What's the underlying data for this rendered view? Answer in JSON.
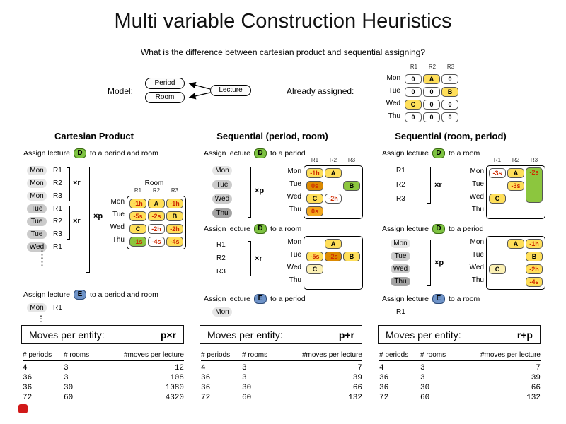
{
  "slide": {
    "title": "Multi variable Construction Heuristics",
    "subtitle": "What is the difference between cartesian product and sequential assigning?",
    "logo_color": "#d11919"
  },
  "colors": {
    "lecture_green": "#7ec342",
    "lecture_blue": "#6e93c8",
    "card_yellow": "#ffdf5a",
    "card_pale_yellow": "#fcf1b4",
    "card_green": "#8cc63e",
    "card_orange": "#f4a81d",
    "card_orange_dark": "#dd8a00",
    "score_text_red": "#ce2a00"
  },
  "model": {
    "label": "Model:",
    "period": "Period",
    "room": "Room",
    "lecture": "Lecture"
  },
  "assigned": {
    "label": "Already assigned:",
    "grid": {
      "columns": [
        "R1",
        "R2",
        "R3"
      ],
      "rows": [
        "Mon",
        "Tue",
        "Wed",
        "Thu"
      ],
      "box": false,
      "cells": [
        [
          {
            "t": "0",
            "s": "white"
          },
          {
            "t": "A",
            "s": "yellow"
          },
          {
            "t": "0",
            "s": "white"
          }
        ],
        [
          {
            "t": "0",
            "s": "white"
          },
          {
            "t": "0",
            "s": "white"
          },
          {
            "t": "B",
            "s": "yellow"
          }
        ],
        [
          {
            "t": "C",
            "s": "yellow"
          },
          {
            "t": "0",
            "s": "white"
          },
          {
            "t": "0",
            "s": "white"
          }
        ],
        [
          {
            "t": "0",
            "s": "white"
          },
          {
            "t": "0",
            "s": "white"
          },
          {
            "t": "0",
            "s": "white"
          }
        ]
      ]
    }
  },
  "cartesian": {
    "heading": "Cartesian Product",
    "step1": {
      "pre": "Assign lecture",
      "lecture": "D",
      "variant": "green",
      "post": "to a period and room"
    },
    "moves1": {
      "items": [
        {
          "day": "Mon",
          "shade": "light",
          "room": "R1"
        },
        {
          "day": "Mon",
          "shade": "light",
          "room": "R2"
        },
        {
          "day": "Mon",
          "shade": "light",
          "room": "R3"
        },
        {
          "day": "Tue",
          "shade": "mid",
          "room": "R1"
        },
        {
          "day": "Tue",
          "shade": "mid",
          "room": "R2"
        },
        {
          "day": "Tue",
          "shade": "mid",
          "room": "R3"
        },
        {
          "day": "Wed",
          "shade": "mid",
          "room": "R1"
        }
      ]
    },
    "dots": "⋮",
    "mult_room": "×r",
    "mult_period": "×p",
    "grid": {
      "title": "Room",
      "columns": [
        "R1",
        "R2",
        "R3"
      ],
      "rows": [
        "Mon",
        "Tue",
        "Wed",
        "Thu"
      ],
      "box": true,
      "cells": [
        [
          {
            "t": "-1h",
            "s": "yellow"
          },
          {
            "t": "A",
            "s": "yellow"
          },
          {
            "t": "-1h",
            "s": "yellow"
          }
        ],
        [
          {
            "t": "-5s",
            "s": "yellow"
          },
          {
            "t": "-2s",
            "s": "yellow"
          },
          {
            "t": "B",
            "s": "yellow"
          }
        ],
        [
          {
            "t": "C",
            "s": "yellow"
          },
          {
            "t": "-2h",
            "s": "white"
          },
          {
            "t": "-2h",
            "s": "yellow"
          }
        ],
        [
          {
            "t": "-1s",
            "s": "green"
          },
          {
            "t": "-4s",
            "s": "white"
          },
          {
            "t": "-4s",
            "s": "yellow"
          }
        ]
      ]
    },
    "step2": {
      "pre": "Assign lecture",
      "lecture": "E",
      "variant": "blue",
      "post": "to a period and room"
    },
    "moves2": {
      "items": [
        {
          "day": "Mon",
          "shade": "light",
          "room": "R1"
        }
      ]
    },
    "moves_box": {
      "label": "Moves per entity:",
      "formula": "p×r"
    },
    "stats": {
      "headers": [
        "# periods",
        "# rooms",
        "#moves per lecture"
      ],
      "rows": [
        [
          "4",
          "3",
          "12"
        ],
        [
          "36",
          "3",
          "108"
        ],
        [
          "36",
          "30",
          "1080"
        ],
        [
          "72",
          "60",
          "4320"
        ]
      ]
    }
  },
  "seq_pr": {
    "heading": "Sequential (period, room)",
    "step1": {
      "pre": "Assign lecture",
      "lecture": "D",
      "variant": "green",
      "post": "to a period"
    },
    "moves1": {
      "items": [
        {
          "day": "Mon",
          "shade": "light"
        },
        {
          "day": "Tue",
          "shade": "mid"
        },
        {
          "day": "Wed",
          "shade": "mid"
        },
        {
          "day": "Thu",
          "shade": "dark"
        }
      ]
    },
    "mult1": "×p",
    "grid1": {
      "columns": [
        "R1",
        "R2",
        "R3"
      ],
      "rows": [
        "Mon",
        "Tue",
        "Wed",
        "Thu"
      ],
      "box": true,
      "cells": [
        [
          {
            "t": "-1h",
            "s": "yellow"
          },
          {
            "t": "A",
            "s": "yellow"
          },
          null
        ],
        [
          {
            "t": "0s",
            "s": "sel"
          },
          null,
          {
            "t": "B",
            "s": "green"
          }
        ],
        [
          {
            "t": "C",
            "s": "yellow"
          },
          {
            "t": "-2h",
            "s": "white"
          },
          null
        ],
        [
          {
            "t": "0s",
            "s": "orange"
          },
          null,
          null
        ]
      ]
    },
    "step2": {
      "pre": "Assign lecture",
      "lecture": "D",
      "variant": "green",
      "post": "to a room"
    },
    "moves2": {
      "items": [
        {
          "room": "R1"
        },
        {
          "room": "R2"
        },
        {
          "room": "R3"
        }
      ]
    },
    "mult2": "×r",
    "grid2": {
      "rows": [
        "Mon",
        "Tue",
        "Wed",
        "Thu"
      ],
      "box": true,
      "cells": [
        [
          null,
          {
            "t": "A",
            "s": "yellow"
          },
          null
        ],
        [
          {
            "t": "-5s",
            "s": "yellow"
          },
          {
            "t": "-2s",
            "s": "sel"
          },
          {
            "t": "B",
            "s": "yellow"
          }
        ],
        [
          {
            "t": "C",
            "s": "pale"
          },
          null,
          null
        ],
        [
          null,
          null,
          null
        ]
      ]
    },
    "step3": {
      "pre": "Assign lecture",
      "lecture": "E",
      "variant": "blue",
      "post": "to a period"
    },
    "moves3": {
      "items": [
        {
          "day": "Mon",
          "shade": "light"
        }
      ]
    },
    "moves_box": {
      "label": "Moves per entity:",
      "formula": "p+r"
    },
    "stats": {
      "headers": [
        "# periods",
        "# rooms",
        "#moves per lecture"
      ],
      "rows": [
        [
          "4",
          "3",
          "7"
        ],
        [
          "36",
          "3",
          "39"
        ],
        [
          "36",
          "30",
          "66"
        ],
        [
          "72",
          "60",
          "132"
        ]
      ]
    }
  },
  "seq_rp": {
    "heading": "Sequential (room, period)",
    "step1": {
      "pre": "Assign lecture",
      "lecture": "D",
      "variant": "green",
      "post": "to a room"
    },
    "moves1": {
      "items": [
        {
          "room": "R1"
        },
        {
          "room": "R2"
        },
        {
          "room": "R3"
        }
      ]
    },
    "mult1": "×r",
    "grid1": {
      "columns": [
        "R1",
        "R2",
        "R3"
      ],
      "rows": [
        "Mon",
        "Tue",
        "Wed",
        "Thu"
      ],
      "box": true,
      "cells": [
        [
          {
            "t": "-3s",
            "s": "white"
          },
          {
            "t": "A",
            "s": "yellow"
          },
          {
            "t": "-2s",
            "s": "green",
            "span": 3
          }
        ],
        [
          null,
          {
            "t": "-3s",
            "s": "yellow"
          },
          null
        ],
        [
          {
            "t": "C",
            "s": "yellow"
          },
          null,
          null
        ],
        [
          null,
          null,
          null
        ]
      ]
    },
    "step2": {
      "pre": "Assign lecture",
      "lecture": "D",
      "variant": "green",
      "post": "to a period"
    },
    "moves2": {
      "items": [
        {
          "day": "Mon",
          "shade": "light"
        },
        {
          "day": "Tue",
          "shade": "mid"
        },
        {
          "day": "Wed",
          "shade": "mid"
        },
        {
          "day": "Thu",
          "shade": "dark"
        }
      ]
    },
    "mult2": "×p",
    "grid2": {
      "rows": [
        "Mon",
        "Tue",
        "Wed",
        "Thu"
      ],
      "box": true,
      "cells": [
        [
          null,
          {
            "t": "A",
            "s": "yellow"
          },
          {
            "t": "-1h",
            "s": "yellow"
          }
        ],
        [
          null,
          null,
          {
            "t": "B",
            "s": "yellow"
          }
        ],
        [
          {
            "t": "C",
            "s": "pale"
          },
          null,
          {
            "t": "-2h",
            "s": "yellow"
          }
        ],
        [
          null,
          null,
          {
            "t": "-4s",
            "s": "yellow"
          }
        ]
      ]
    },
    "step3": {
      "pre": "Assign lecture",
      "lecture": "E",
      "variant": "blue",
      "post": "to a room"
    },
    "moves3": {
      "items": [
        {
          "room": "R1"
        }
      ]
    },
    "moves_box": {
      "label": "Moves per entity:",
      "formula": "r+p"
    },
    "stats": {
      "headers": [
        "# periods",
        "# rooms",
        "#moves per lecture"
      ],
      "rows": [
        [
          "4",
          "3",
          "7"
        ],
        [
          "36",
          "3",
          "39"
        ],
        [
          "36",
          "30",
          "66"
        ],
        [
          "72",
          "60",
          "132"
        ]
      ]
    }
  }
}
